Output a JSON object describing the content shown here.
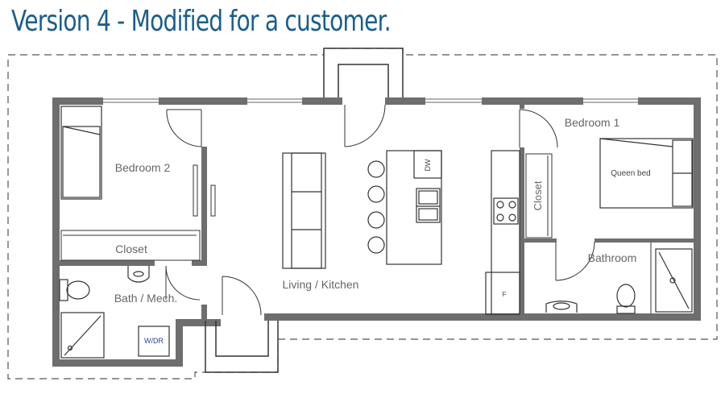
{
  "title": "Version 4 - Modified for a customer.",
  "rooms": {
    "bedroom1": "Bedroom 1",
    "bedroom2": "Bedroom 2",
    "closet_left": "Closet",
    "closet_right": "Closet",
    "living_kitchen": "Living / Kitchen",
    "bath_mech": "Bath / Mech.",
    "bathroom": "Bathroom"
  },
  "fixtures": {
    "queen_bed": "Queen bed",
    "dishwasher": "DW",
    "fridge": "F",
    "washer_dryer": "W/DR"
  },
  "colors": {
    "title": "#1b5e8c",
    "wall": "#6e6e6e",
    "line": "#333333",
    "label": "#666666"
  }
}
